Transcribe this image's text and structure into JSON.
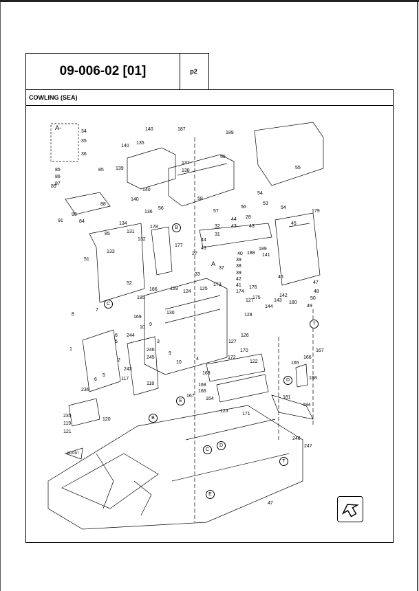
{
  "header": {
    "doc_code": "09-006-02 [01]",
    "page": "p2",
    "title": "COWLING (SEA)"
  },
  "diagram": {
    "view_markers": [
      "A-",
      "A"
    ],
    "callouts": [
      "140",
      "187",
      "189",
      "34",
      "35",
      "36",
      "140",
      "135",
      "137",
      "138",
      "139",
      "140",
      "140",
      "85",
      "85",
      "86",
      "87",
      "89",
      "88",
      "90",
      "91",
      "84",
      "55",
      "55",
      "54",
      "53",
      "54",
      "58",
      "57",
      "56",
      "56",
      "136",
      "134",
      "131",
      "85",
      "132",
      "133",
      "51",
      "178",
      "177",
      "179",
      "45",
      "44",
      "28",
      "43",
      "32",
      "43",
      "31",
      "44",
      "43",
      "27",
      "40",
      "188",
      "39",
      "37",
      "38",
      "39",
      "42",
      "41",
      "189",
      "141",
      "33",
      "125",
      "173",
      "176",
      "174",
      "175",
      "127",
      "46",
      "142",
      "143",
      "144",
      "180",
      "47",
      "48",
      "50",
      "49",
      "52",
      "186",
      "129",
      "124",
      "185",
      "130",
      "169",
      "10",
      "9",
      "128",
      "127",
      "126",
      "8",
      "7",
      "6",
      "5",
      "244",
      "246",
      "245",
      "1",
      "3",
      "9",
      "10",
      "4",
      "172",
      "170",
      "122",
      "2",
      "243",
      "5",
      "117",
      "6",
      "118",
      "168",
      "168",
      "166",
      "167",
      "164",
      "165",
      "166",
      "167",
      "168",
      "236",
      "235",
      "119",
      "121",
      "120",
      "123",
      "171",
      "181",
      "184",
      "248",
      "247",
      "47"
    ],
    "detail_circles": [
      "B",
      "C",
      "T",
      "D",
      "E",
      "B",
      "C",
      "D",
      "T",
      "E"
    ],
    "front_label": "FRONT"
  },
  "nav_icon": "next-page-arrow-icon"
}
